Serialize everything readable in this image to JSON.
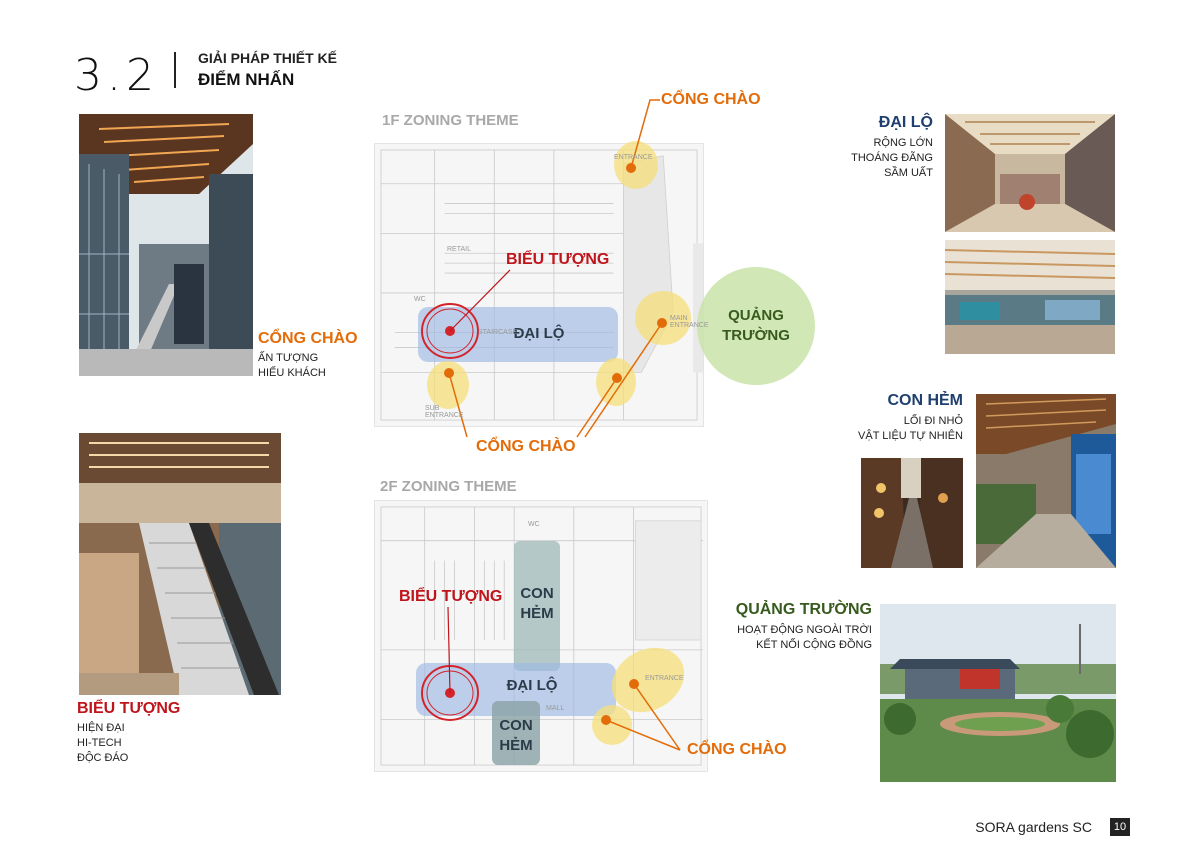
{
  "section": {
    "number": "3.2",
    "line1": "GIẢI PHÁP THIẾT KẾ",
    "line2": "ĐIỂM NHẤN"
  },
  "left": {
    "gate": {
      "title": "CỔNG CHÀO",
      "lines": [
        "ẤN TƯỢNG",
        "HIẾU KHÁCH"
      ]
    },
    "icon": {
      "title": "BIỂU TƯỢNG",
      "lines": [
        "HIỆN ĐẠI",
        "HI-TECH",
        "ĐỘC ĐÁO"
      ]
    }
  },
  "right": {
    "avenue": {
      "title": "ĐẠI LỘ",
      "lines": [
        "RỘNG LỚN",
        "THOÁNG ĐÃNG",
        "SẦM UẤT"
      ]
    },
    "alley": {
      "title": "CON HẺM",
      "lines": [
        "LỐI ĐI NHỎ",
        "VẬT LIỆU TỰ NHIÊN"
      ]
    },
    "plaza": {
      "title": "QUẢNG TRƯỜNG",
      "lines": [
        "HOẠT ĐỘNG NGOÀI TRỜI",
        "KẾT NỐI CỘNG ĐỒNG"
      ]
    }
  },
  "plan1": {
    "title": "1F ZONING THEME",
    "gate_top": "CỔNG CHÀO",
    "icon": "BIỂU TƯỢNG",
    "avenue": "ĐẠI LỘ",
    "plaza_line1": "QUẢNG",
    "plaza_line2": "TRƯỜNG",
    "gate_bottom": "CỔNG CHÀO",
    "tags": {
      "retail": "RETAIL",
      "wc": "WC",
      "staircase": "STAIRCASE",
      "main_entrance": "MAIN ENTRANCE",
      "sub_entrance": "SUB ENTRANCE",
      "entrance": "ENTRANCE"
    }
  },
  "plan2": {
    "title": "2F ZONING THEME",
    "icon": "BIỂU TƯỢNG",
    "alley_top1": "CON",
    "alley_top2": "HẺM",
    "avenue": "ĐẠI LỘ",
    "alley_bot1": "CON",
    "alley_bot2": "HẺM",
    "gate": "CỔNG CHÀO",
    "tags": {
      "wc": "WC",
      "mall": "MALL",
      "entrance": "ENTRANCE"
    }
  },
  "footer": {
    "brand": "SORA gardens SC",
    "page": "10"
  },
  "colors": {
    "orange": "#e36c0a",
    "red": "#c0141b",
    "blue": "#1f3f6e",
    "green": "#375a1f",
    "zone_blue": "#9db8e2",
    "gate_yellow": "#f5df7a",
    "plaza_green": "#c9e3a8"
  }
}
